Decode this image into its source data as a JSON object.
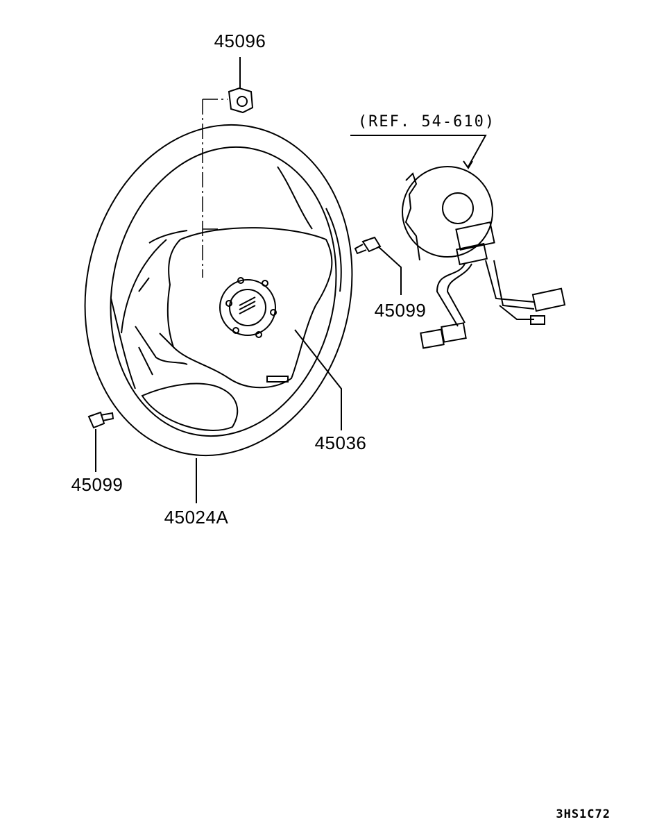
{
  "diagram": {
    "part_labels": {
      "nut_top": "45096",
      "bolt_right": "45099",
      "airbag_module": "45036",
      "bolt_left": "45099",
      "steering_wheel": "45024A"
    },
    "reference_label": "(REF. 54-610)",
    "drawing_code": "3HS1C72"
  }
}
